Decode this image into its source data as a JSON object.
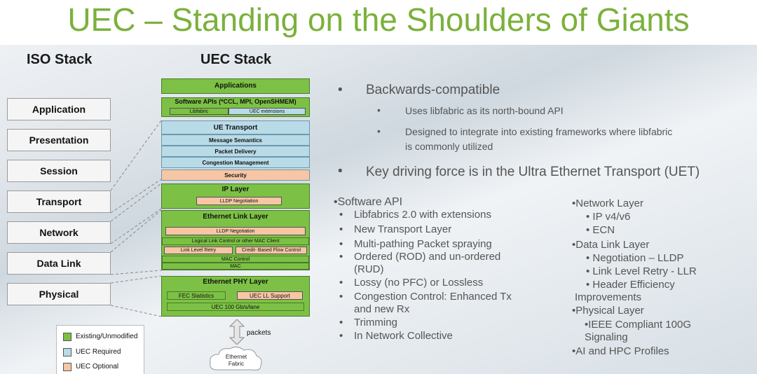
{
  "title": "UEC – Standing on the Shoulders of Giants",
  "iso": {
    "heading": "ISO Stack",
    "layers": [
      "Application",
      "Presentation",
      "Session",
      "Transport",
      "Network",
      "Data Link",
      "Physical"
    ]
  },
  "uec": {
    "heading": "UEC Stack",
    "applications": "Applications",
    "software_apis": "Software APIs (*CCL, MPI, OpenSHMEM)",
    "libfabric": "Libfabric",
    "uec_extensions": "UEC extensions",
    "ue_transport": "UE Transport",
    "message_semantics": "Message Semantics",
    "packet_delivery": "Packet Delivery",
    "congestion_management": "Congestion Management",
    "security": "Security",
    "ip_layer": "IP Layer",
    "lldp_negotiation_ip": "LLDP Negotiation",
    "ethernet_link_layer": "Ethernet Link Layer",
    "lldp_negotiation_eth": "LLDP Negotiation",
    "llc": "Logical Link Control or other MAC Client",
    "link_level_retry": "Link Level Retry",
    "credit_flow": "Credit- Based Flow Control",
    "mac_control": "MAC Control",
    "mac": "MAC",
    "ethernet_phy_layer": "Ethernet PHY Layer",
    "fec_statistics": "FEC Statistics",
    "uec_ll_support": "UEC LL Support",
    "uec_100": "UEC 100 Gb/s/lane",
    "packets": "packets",
    "ethernet_fabric_1": "Ethernet",
    "ethernet_fabric_2": "Fabric"
  },
  "legend": {
    "existing": "Existing/Unmodified",
    "required": "UEC Required",
    "optional": "UEC Optional",
    "colors": {
      "existing": "#7cc145",
      "required": "#b9dbe8",
      "optional": "#f7c6a5"
    }
  },
  "bullets": {
    "top1": "Backwards-compatible",
    "top1_sub1": "Uses libfabric as its north-bound API",
    "top1_sub2_line1": "Designed to integrate into existing frameworks where libfabric",
    "top1_sub2_line2": "is commonly utilized",
    "top2": "Key driving force is in the Ultra Ethernet Transport (UET)"
  },
  "left_list": {
    "heading": "•Software API",
    "items": [
      "Libfabrics 2.0 with extensions",
      "New Transport Layer",
      "Multi-pathing  Packet spraying",
      "Ordered (ROD) and un-ordered",
      "(RUD)",
      "Lossy (no PFC) or Lossless",
      "Congestion Control: Enhanced Tx",
      "and new Rx",
      "Trimming",
      "In Network Collective"
    ]
  },
  "right_list": {
    "network_heading": "•Network Layer",
    "network_items": [
      "• IP v4/v6",
      "• ECN"
    ],
    "datalink_heading": "•Data Link Layer",
    "datalink_items": [
      "• Negotiation – LLDP",
      "• Link Level  Retry - LLR",
      "• Header Efficiency",
      "Improvements"
    ],
    "physical_heading": "•Physical Layer",
    "physical_items": [
      "•IEEE Compliant 100G",
      "Signaling"
    ],
    "profiles": "•AI and HPC Profiles"
  }
}
